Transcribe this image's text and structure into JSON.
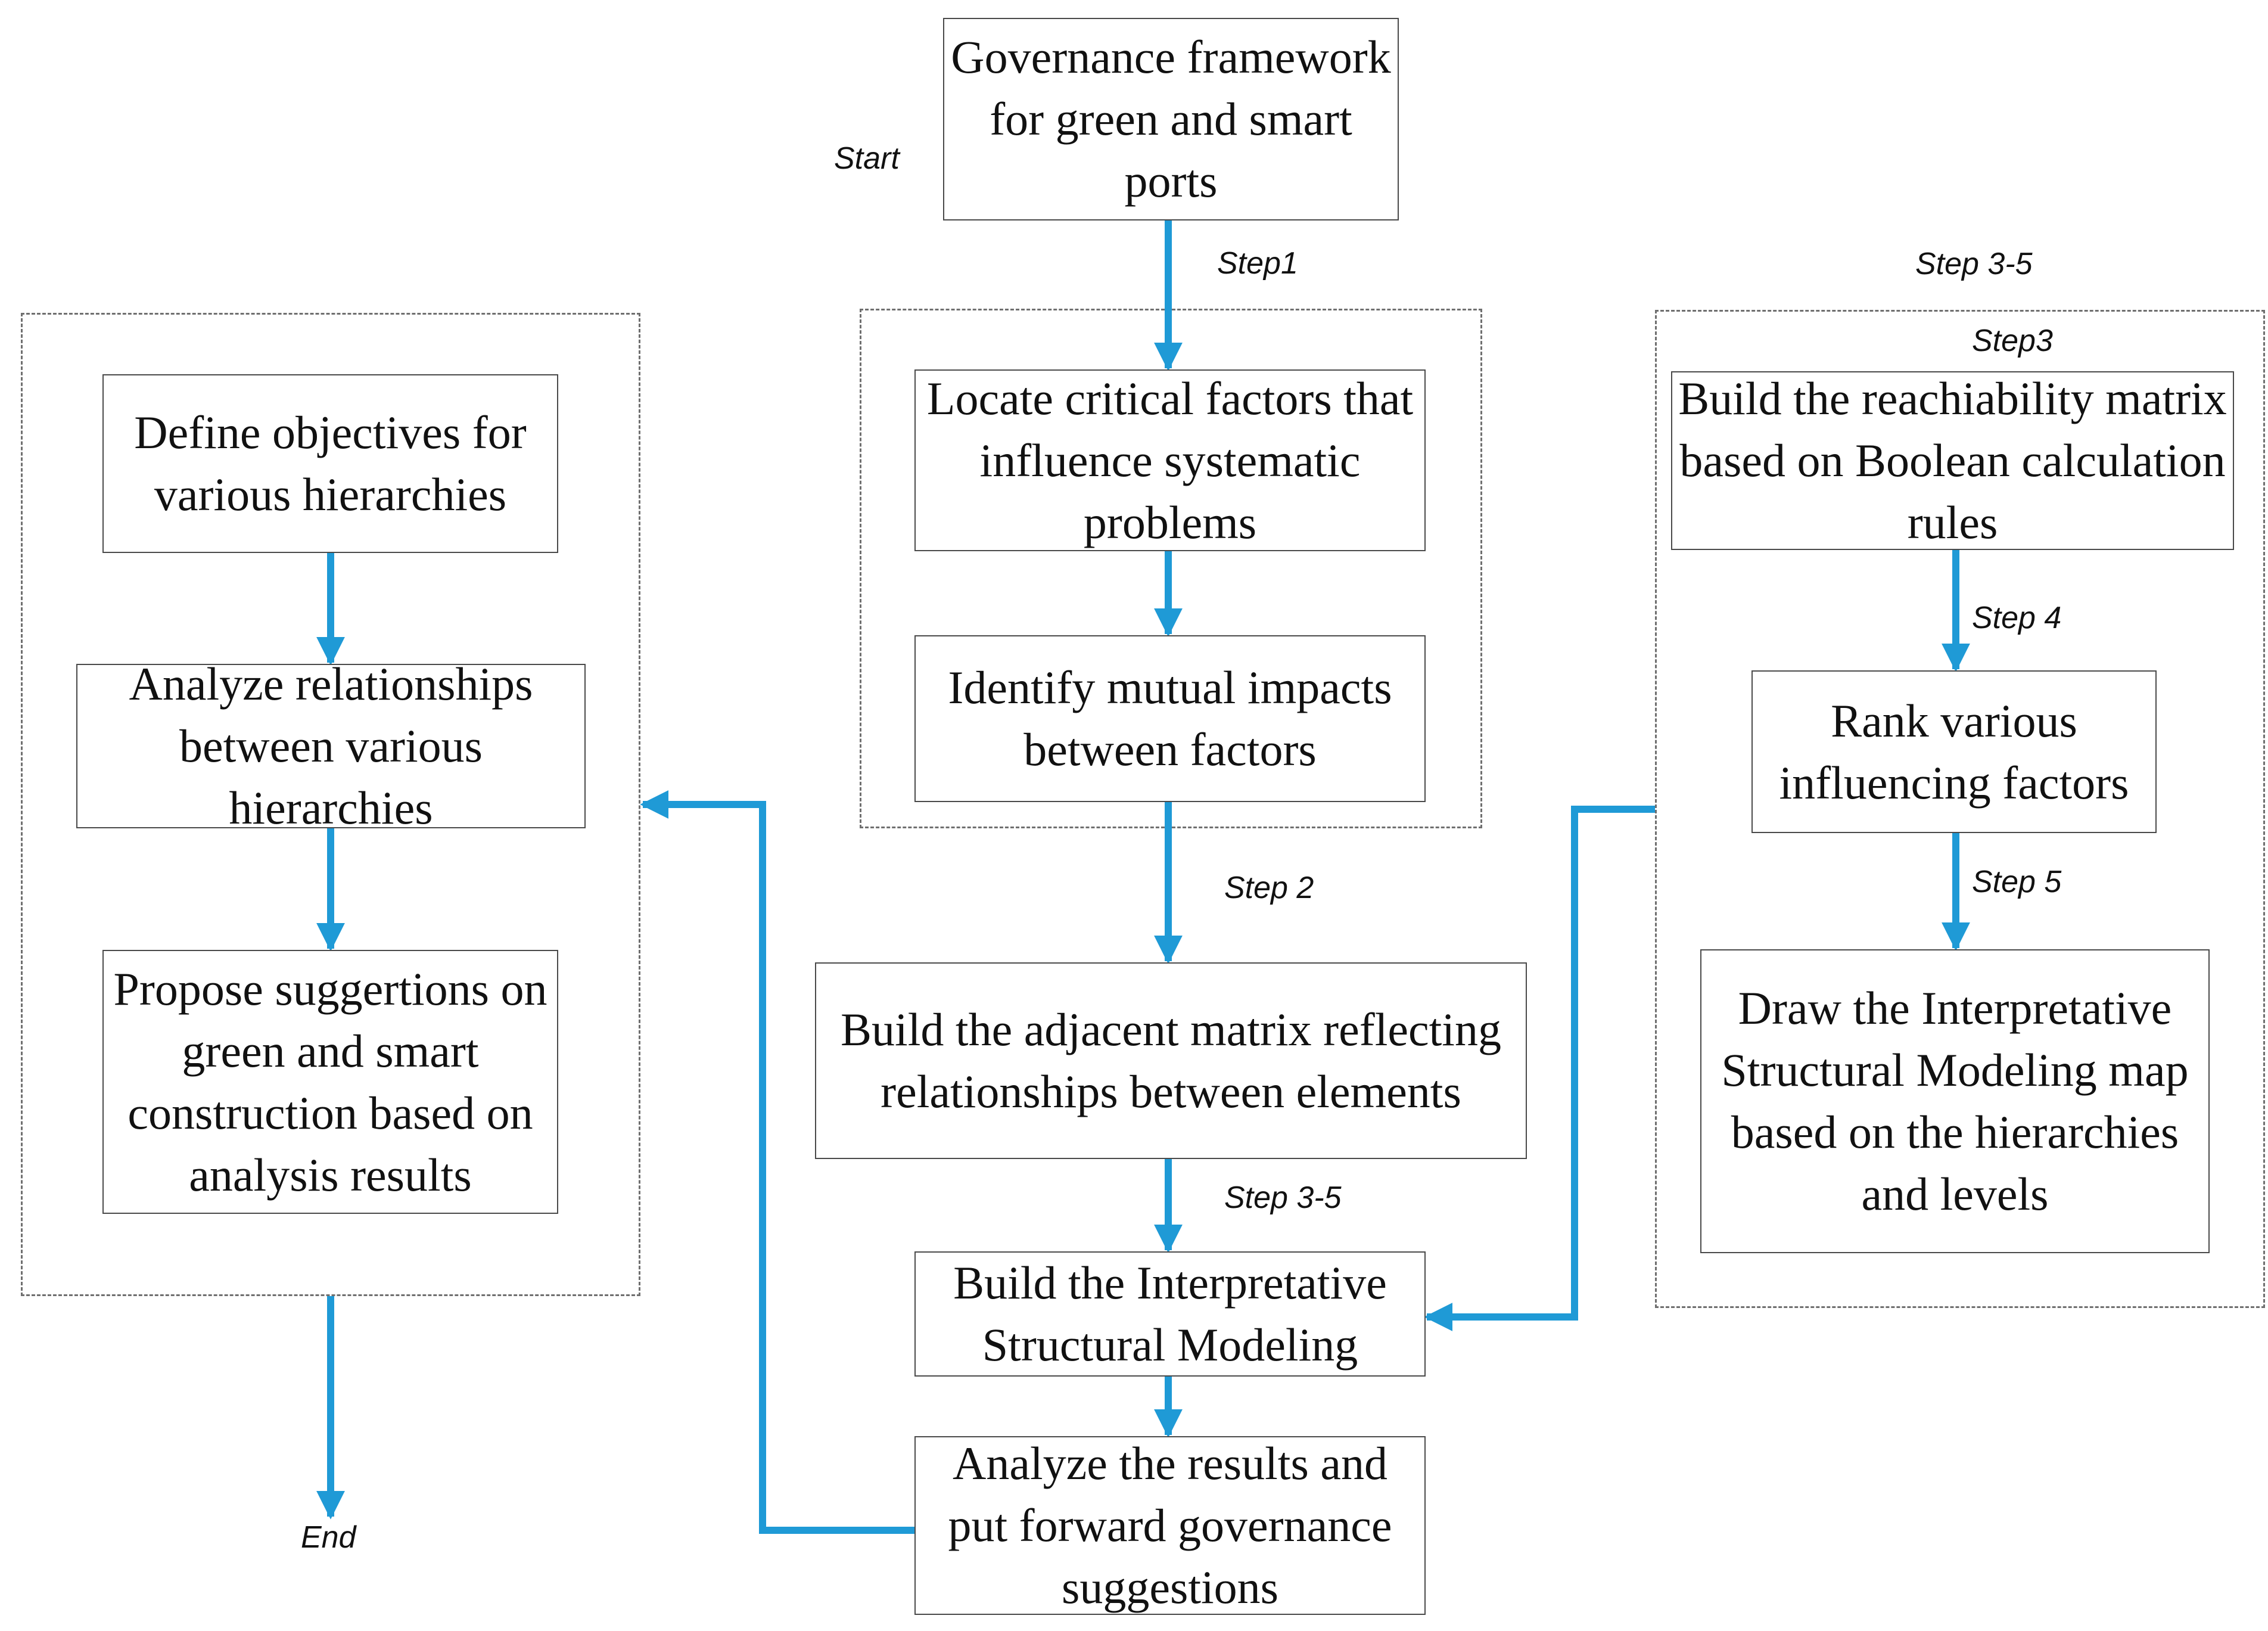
{
  "labels": {
    "start": "Start",
    "end": "End",
    "step1": "Step1",
    "step2": "Step 2",
    "step3_5_top": "Step 3-5",
    "step3_5_mid": "Step 3-5",
    "step3": "Step3",
    "step4": "Step 4",
    "step5": "Step 5"
  },
  "boxes": {
    "governance": "Governance framework for green and smart ports",
    "locate": "Locate critical factors that influence systematic problems",
    "identify": "Identify mutual impacts between factors",
    "adjacent": "Build the adjacent matrix reflecting relationships between elements",
    "ism": "Build the Interpretative Structural Modeling",
    "analyze_results": "Analyze the results and put forward governance suggestions",
    "define": "Define objectives for various hierarchies",
    "analyze_relationships": "Analyze relationships between various hierarchies",
    "propose": "Propose suggertions on green and smart construction based on analysis results",
    "reachability": "Build the reachiability matrix based on Boolean calculation rules",
    "rank": "Rank various influencing factors",
    "draw": "Draw the Interpretative Structural Modeling map based on the hierarchies and levels"
  },
  "colors": {
    "arrow": "#1f9ad6",
    "box_border": "#4a4a4a",
    "dashed_border": "#6f6f6f",
    "text": "#111111"
  }
}
